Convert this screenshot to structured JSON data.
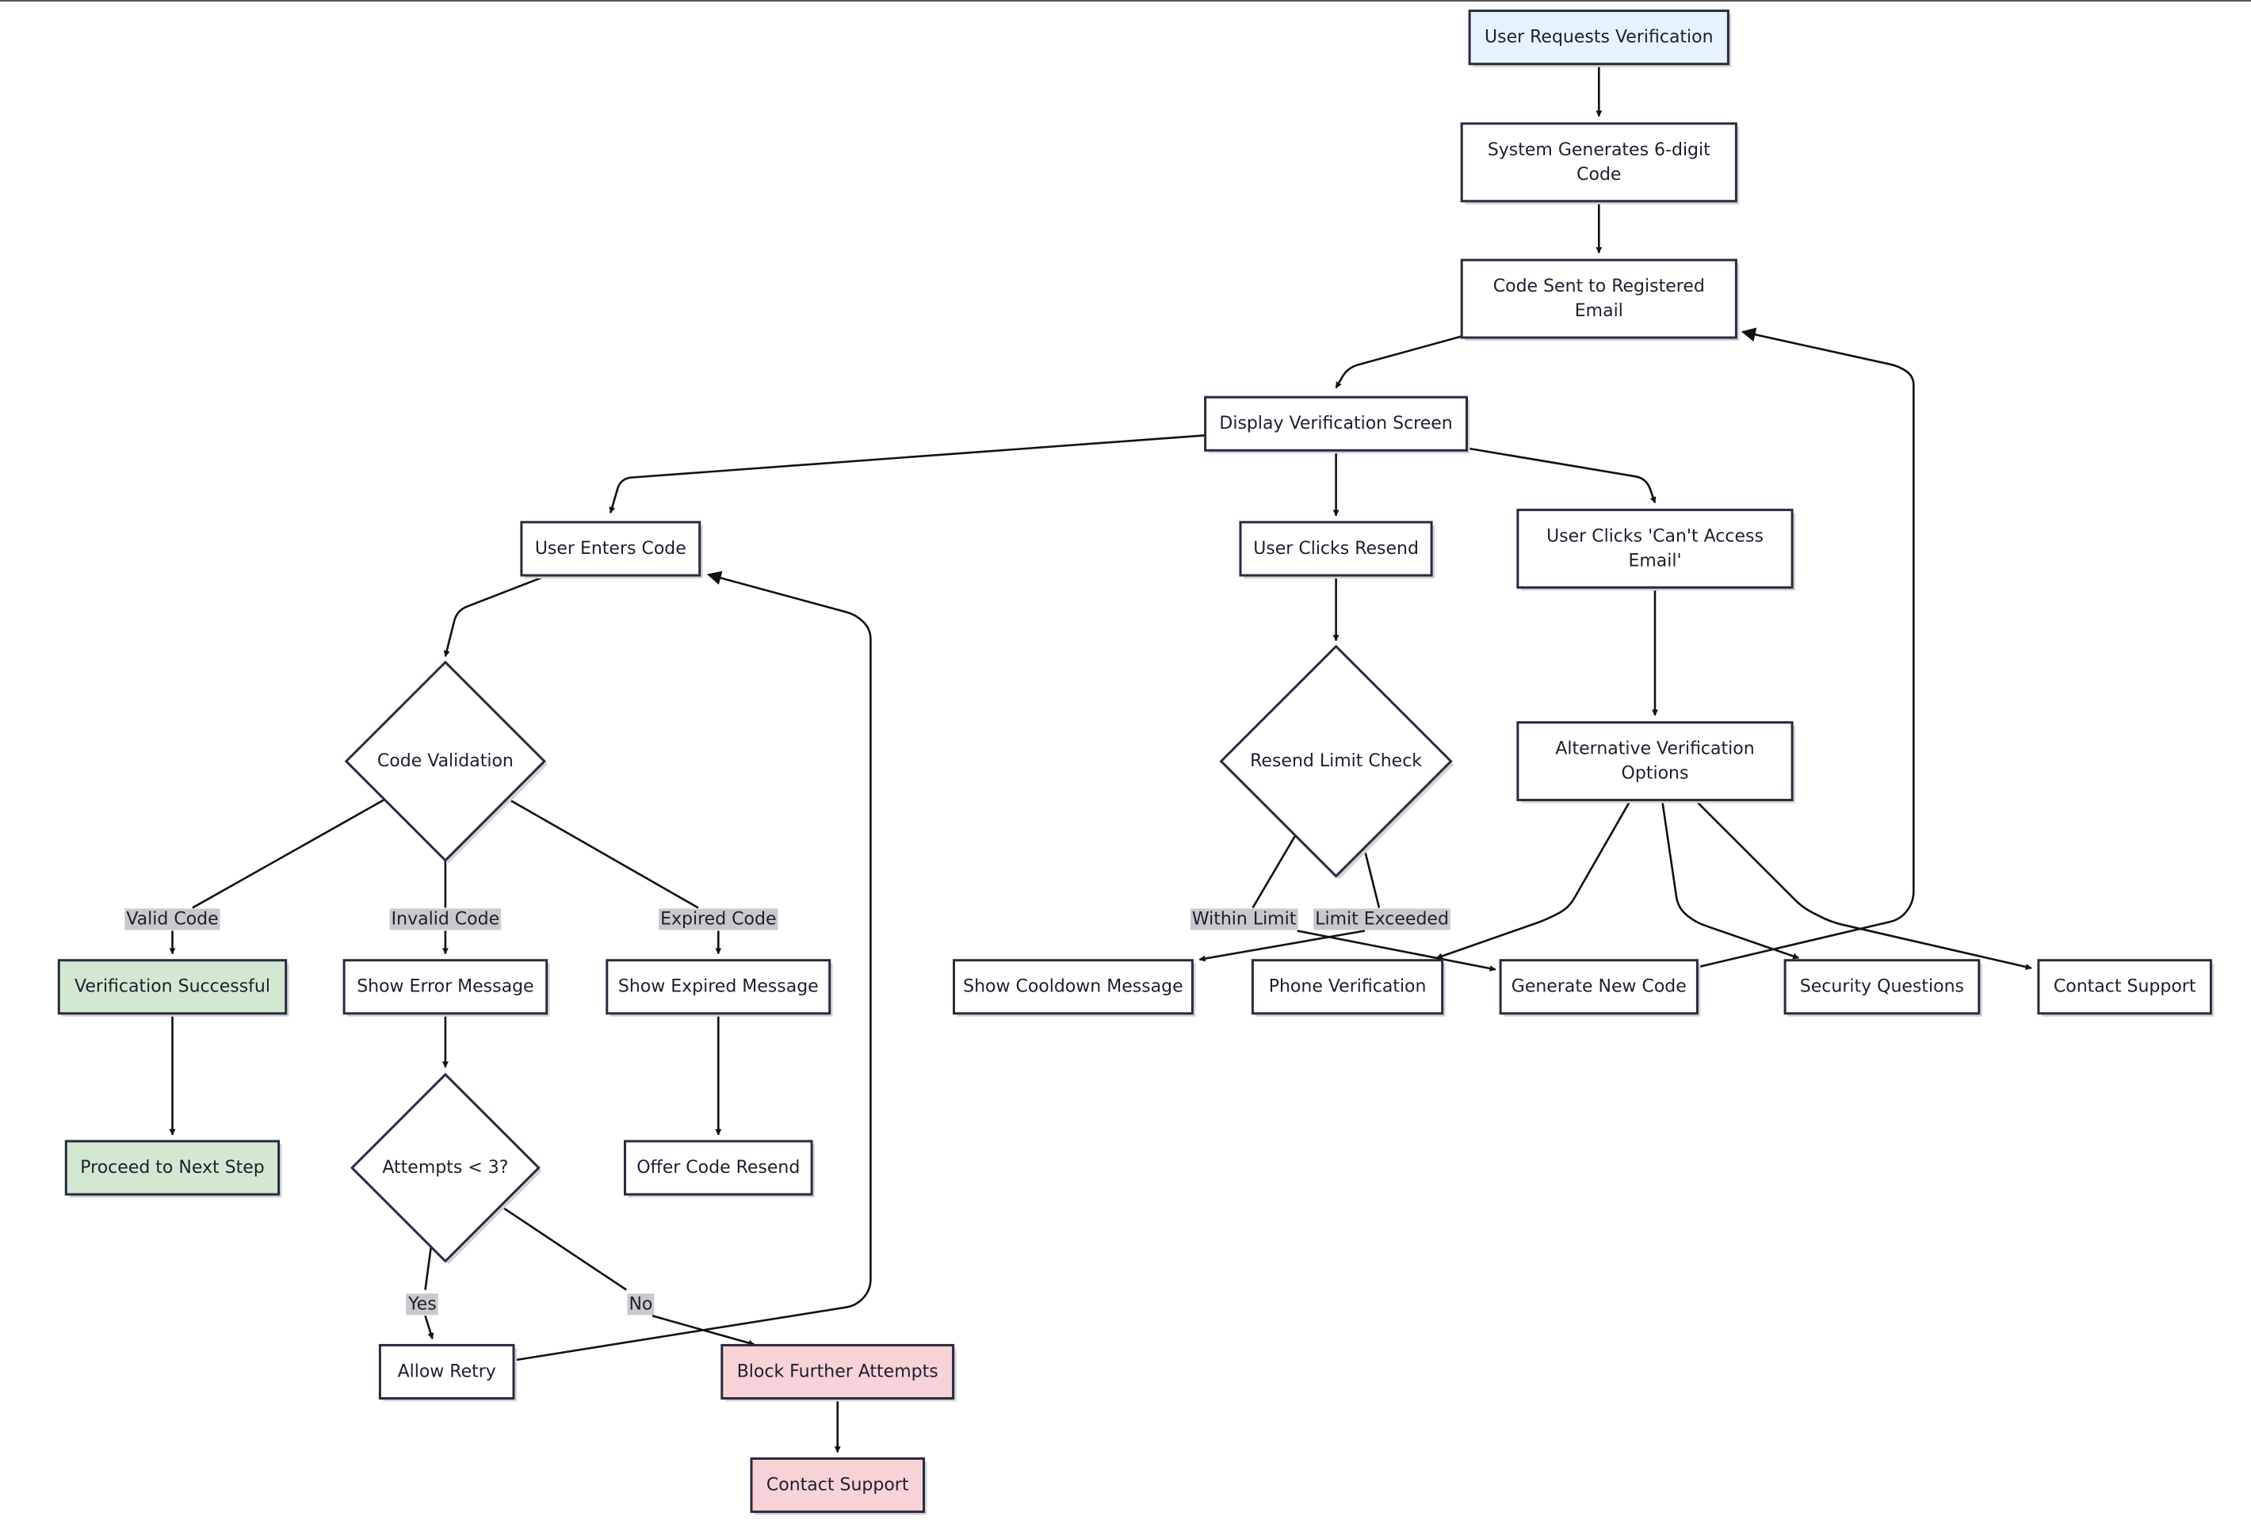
{
  "palette": {
    "default_fill": "#ffffff",
    "start_fill": "#e6f3fc",
    "success_fill": "#d3e8d1",
    "blocked_fill": "#f7d3d8",
    "stroke": "#2a2a40",
    "edge_label_bg": "#c9c9cc"
  },
  "nodes": {
    "user_requests_verification": {
      "lines": [
        "User Requests Verification"
      ],
      "style": "start"
    },
    "system_generates_code": {
      "lines": [
        "System Generates 6-digit",
        "Code"
      ],
      "style": "default"
    },
    "code_sent_to_email": {
      "lines": [
        "Code Sent to Registered",
        "Email"
      ],
      "style": "default"
    },
    "display_verification_screen": {
      "lines": [
        "Display Verification Screen"
      ],
      "style": "default"
    },
    "user_enters_code": {
      "lines": [
        "User Enters Code"
      ],
      "style": "default"
    },
    "user_clicks_resend": {
      "lines": [
        "User Clicks Resend"
      ],
      "style": "default"
    },
    "user_clicks_cant_access": {
      "lines": [
        "User Clicks 'Can't Access",
        "Email'"
      ],
      "style": "default"
    },
    "code_validation": {
      "lines": [
        "Code Validation"
      ],
      "style": "decision"
    },
    "resend_limit_check": {
      "lines": [
        "Resend Limit Check"
      ],
      "style": "decision"
    },
    "alternative_verification_options": {
      "lines": [
        "Alternative Verification",
        "Options"
      ],
      "style": "default"
    },
    "verification_successful": {
      "lines": [
        "Verification Successful"
      ],
      "style": "success"
    },
    "show_error_message": {
      "lines": [
        "Show Error Message"
      ],
      "style": "default"
    },
    "show_expired_message": {
      "lines": [
        "Show Expired Message"
      ],
      "style": "default"
    },
    "show_cooldown_message": {
      "lines": [
        "Show Cooldown Message"
      ],
      "style": "default"
    },
    "phone_verification": {
      "lines": [
        "Phone Verification"
      ],
      "style": "default"
    },
    "generate_new_code": {
      "lines": [
        "Generate New Code"
      ],
      "style": "default"
    },
    "security_questions": {
      "lines": [
        "Security Questions"
      ],
      "style": "default"
    },
    "contact_support_alt": {
      "lines": [
        "Contact Support"
      ],
      "style": "default"
    },
    "proceed_to_next_step": {
      "lines": [
        "Proceed to Next Step"
      ],
      "style": "success"
    },
    "attempts_check": {
      "lines": [
        "Attempts < 3?"
      ],
      "style": "decision"
    },
    "offer_code_resend": {
      "lines": [
        "Offer Code Resend"
      ],
      "style": "default"
    },
    "allow_retry": {
      "lines": [
        "Allow Retry"
      ],
      "style": "default"
    },
    "block_further_attempts": {
      "lines": [
        "Block Further Attempts"
      ],
      "style": "blocked"
    },
    "contact_support_blocked": {
      "lines": [
        "Contact Support"
      ],
      "style": "blocked"
    }
  },
  "edge_labels": {
    "valid_code": "Valid Code",
    "invalid_code": "Invalid Code",
    "expired_code": "Expired Code",
    "within_limit": "Within Limit",
    "limit_exceeded": "Limit Exceeded",
    "yes": "Yes",
    "no": "No"
  }
}
